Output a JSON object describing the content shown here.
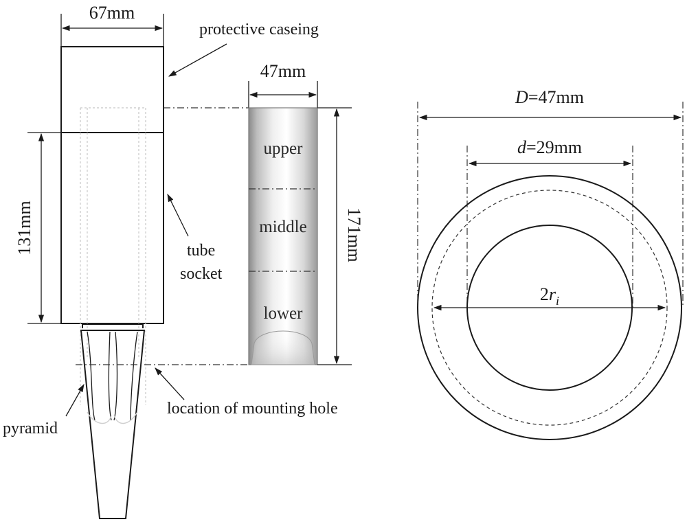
{
  "left_view": {
    "width_dim": "67mm",
    "height_dim": "131mm",
    "casing_label": "protective caseing",
    "socket_label_line1": "tube",
    "socket_label_line2": "socket",
    "pyramid_label": "pyramid",
    "mounting_label": "location of mounting hole"
  },
  "middle_view": {
    "width_dim": "47mm",
    "height_dim": "171mm",
    "segments": [
      "upper",
      "middle",
      "lower"
    ]
  },
  "right_view": {
    "outer_prefix": "D",
    "outer_value": "=47mm",
    "inner_prefix": "d",
    "inner_value": "=29mm",
    "radius_prefix": "2",
    "radius_var": "r",
    "radius_sub": "i"
  }
}
